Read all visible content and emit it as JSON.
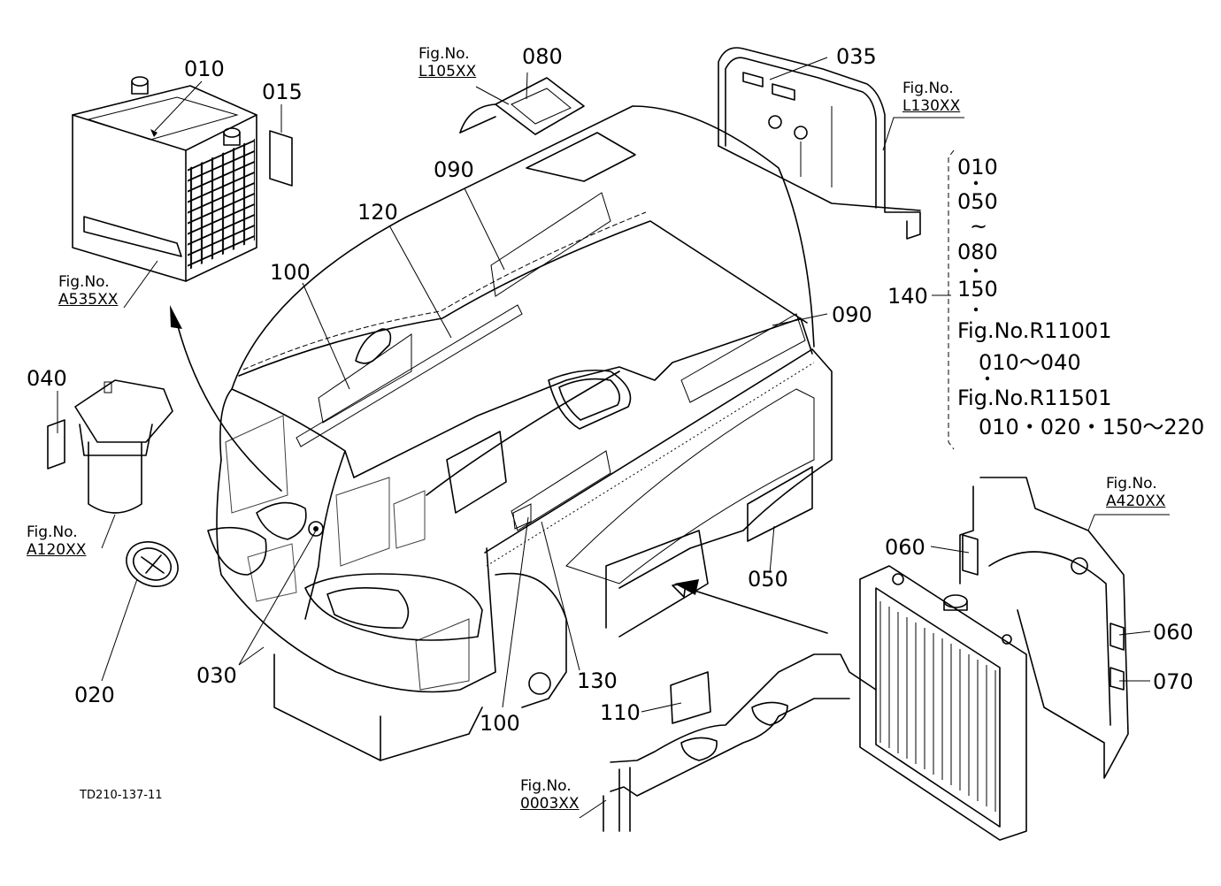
{
  "labels": {
    "n010": "010",
    "n015": "015",
    "n035": "035",
    "n080": "080",
    "n090a": "090",
    "n090b": "090",
    "n120": "120",
    "n100a": "100",
    "n100b": "100",
    "n040": "040",
    "n020": "020",
    "n030": "030",
    "n130": "130",
    "n110": "110",
    "n050": "050",
    "n060a": "060",
    "n060b": "060",
    "n070": "070",
    "n140": "140"
  },
  "fig_refs": {
    "l105": {
      "title": "Fig.No.",
      "code": "L105XX"
    },
    "l130": {
      "title": "Fig.No.",
      "code": "L130XX"
    },
    "a535": {
      "title": "Fig.No.",
      "code": "A535XX"
    },
    "a120": {
      "title": "Fig.No.",
      "code": "A120XX"
    },
    "a420": {
      "title": "Fig.No.",
      "code": "A420XX"
    },
    "f0003": {
      "title": "Fig.No.",
      "code": "0003XX"
    }
  },
  "set_note": {
    "line1": "010",
    "line2": "050",
    "line3": "~",
    "line4": "080",
    "line5": "150",
    "line6": "Fig.No.R11001",
    "line7": "010～040",
    "line8": "Fig.No.R11501",
    "line9": "010・020・150～220"
  },
  "footer": {
    "drawing_code": "TD210-137-11"
  }
}
